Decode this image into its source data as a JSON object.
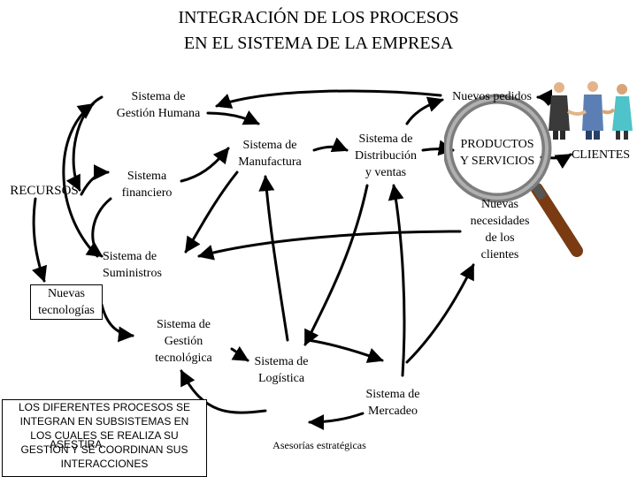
{
  "title": {
    "line1": "INTEGRACIÓN DE LOS PROCESOS",
    "line2": "EN EL SISTEMA DE LA EMPRESA"
  },
  "nodes": {
    "gestion_humana": [
      "Sistema de",
      "Gestión Humana"
    ],
    "recursos": "RECURSOS",
    "financiero": [
      "Sistema",
      "financiero"
    ],
    "manufactura": [
      "Sistema de",
      "Manufactura"
    ],
    "distribucion": [
      "Sistema de",
      "Distribución",
      "y ventas"
    ],
    "nuevos_pedidos": "Nuevos pedidos",
    "productos": [
      "PRODUCTOS",
      "Y SERVICIOS"
    ],
    "clientes": "CLIENTES",
    "nuevas_necesidades": [
      "Nuevas",
      "necesidades",
      "de los",
      "clientes"
    ],
    "suministros": [
      "Sistema de",
      "Suministros"
    ],
    "nuevas_tecnologias": [
      "Nuevas",
      "tecnologías"
    ],
    "gestion_tecnologica": [
      "Sistema de",
      "Gestión",
      "tecnológica"
    ],
    "logistica": [
      "Sistema de",
      "Logística"
    ],
    "mercadeo": [
      "Sistema de",
      "Mercadeo"
    ],
    "asesorias": "Asesorías estratégicas"
  },
  "note": {
    "lines": [
      "LOS DIFERENTES PROCESOS SE",
      "INTEGRAN EN SUBSISTEMAS EN",
      "LOS CUALES SE REALIZA SU",
      "GESTIÓN Y SE COORDINAN SUS",
      "INTERACCIONES"
    ],
    "overlay": "ASESTIRA"
  },
  "colors": {
    "stroke": "#000000",
    "magnifier_handle": "#7a3b12",
    "suit_dark": "#3a3a3a",
    "suit_blue": "#5b7fb5",
    "shirt_teal": "#4ec3c9"
  },
  "icons": {
    "people": "business-people-handshake-icon",
    "magnifier": "magnifying-glass-icon"
  }
}
